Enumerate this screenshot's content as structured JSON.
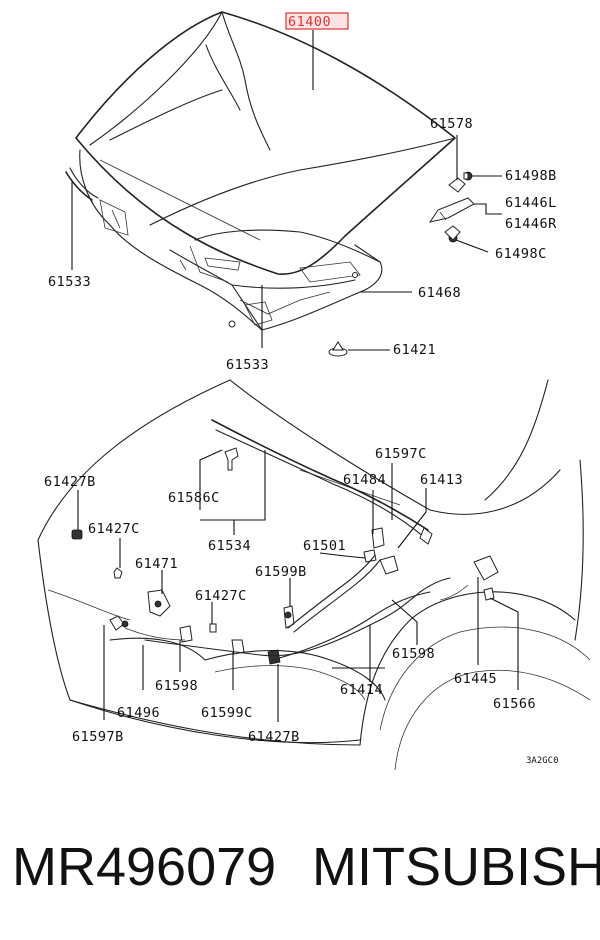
{
  "diagram": {
    "highlighted_part": "61400",
    "callouts": {
      "c61400": "61400",
      "c61578": "61578",
      "c61498B": "61498B",
      "c61446L": "61446L",
      "c61446R": "61446R",
      "c61498C": "61498C",
      "c61533a": "61533",
      "c61468": "61468",
      "c61533b": "61533",
      "c61421": "61421",
      "c61597C": "61597C",
      "c61484": "61484",
      "c61413": "61413",
      "c61427B_a": "61427B",
      "c61586C": "61586C",
      "c61427C_a": "61427C",
      "c61534": "61534",
      "c61501": "61501",
      "c61471": "61471",
      "c61599B": "61599B",
      "c61427C_b": "61427C",
      "c61598a": "61598",
      "c61598b": "61598",
      "c61445": "61445",
      "c61414": "61414",
      "c61566": "61566",
      "c61496": "61496",
      "c61599C": "61599C",
      "c61597B": "61597B",
      "c61427B_b": "61427B"
    },
    "figure_code": "3A2GC0",
    "highlight_color": "#d93636"
  },
  "footer": {
    "part_number": "MR496079",
    "brand": "MITSUBISHI"
  }
}
